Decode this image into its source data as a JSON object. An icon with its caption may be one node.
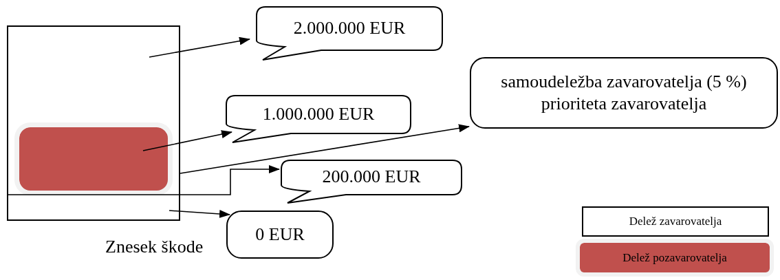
{
  "diagram": {
    "nodes": [
      {
        "text": [],
        "shape": "box",
        "beside": [
          "Znesek škode"
        ]
      },
      {
        "text": [],
        "shape": "box",
        "in": 0
      },
      {
        "text": [
          "2.000.000 EUR"
        ]
      },
      {
        "text": [
          "1.000.000 EUR"
        ]
      },
      {
        "text": [
          "samoudeležba zavarovatelja (5 %) prioriteta zavarovatelja"
        ]
      },
      {
        "text": [
          "200.000 EUR"
        ]
      },
      {
        "text": [
          "0 EUR"
        ]
      }
    ],
    "edges": [
      {
        "from": 0,
        "to": 2,
        "arrow": "to"
      },
      {
        "from": 1,
        "to": 3,
        "arrow": "to"
      },
      {
        "from": 0,
        "to": 4,
        "arrow": "to"
      },
      {
        "from": 0,
        "to": 5,
        "arrow": "to"
      },
      {
        "from": 0,
        "to": 6,
        "arrow": "to"
      }
    ],
    "legend": [
      {
        "text": "Delež zavarovatelja",
        "color": "#ffffff"
      },
      {
        "text": "Delež pozavarovatelja",
        "color": "#c0504d"
      }
    ]
  }
}
